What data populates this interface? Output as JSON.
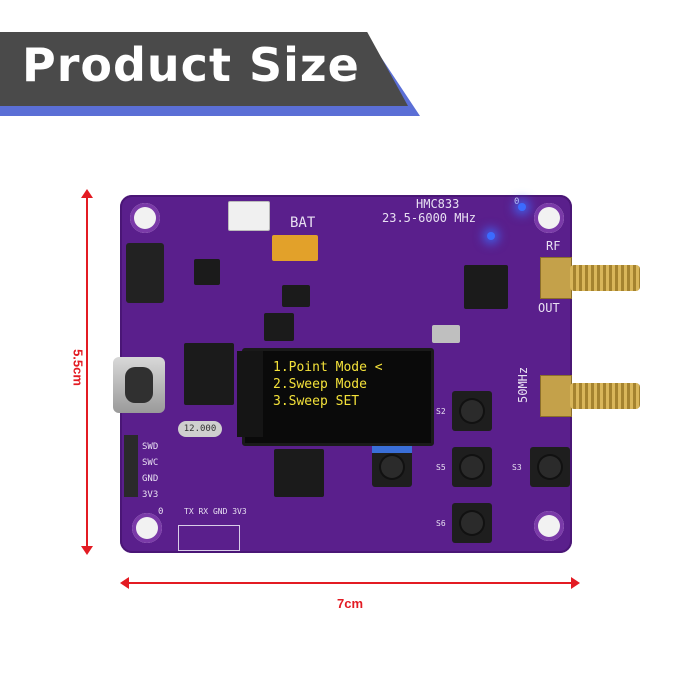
{
  "banner": {
    "title": "Product Size"
  },
  "dimensions": {
    "height_label": "5.5cm",
    "width_label": "7cm"
  },
  "board": {
    "model": "HMC833",
    "freq_range": "23.5-6000 MHz",
    "labels": {
      "bat": "BAT",
      "rf": "RF",
      "out": "OUT",
      "ref": "50MHz",
      "zero_top": "0",
      "zero_bottom": "0"
    },
    "header_pins": [
      "SWD",
      "SWC",
      "GND",
      "3V3"
    ],
    "serial_pins": [
      "TX",
      "RX",
      "GND",
      "3V3"
    ],
    "button_labels": [
      "S2",
      "S5",
      "S3",
      "S6"
    ],
    "crystal": "12.000"
  },
  "oled_menu": {
    "items": [
      "1.Point Mode",
      "2.Sweep Mode",
      "3.Sweep SET"
    ],
    "cursor": "<"
  },
  "colors": {
    "pcb": "#5a1f8c",
    "oled_text": "#f4e23a",
    "dimension": "#e31b23",
    "banner": "#4a4a4a",
    "banner_accent": "#5b6fd6"
  }
}
